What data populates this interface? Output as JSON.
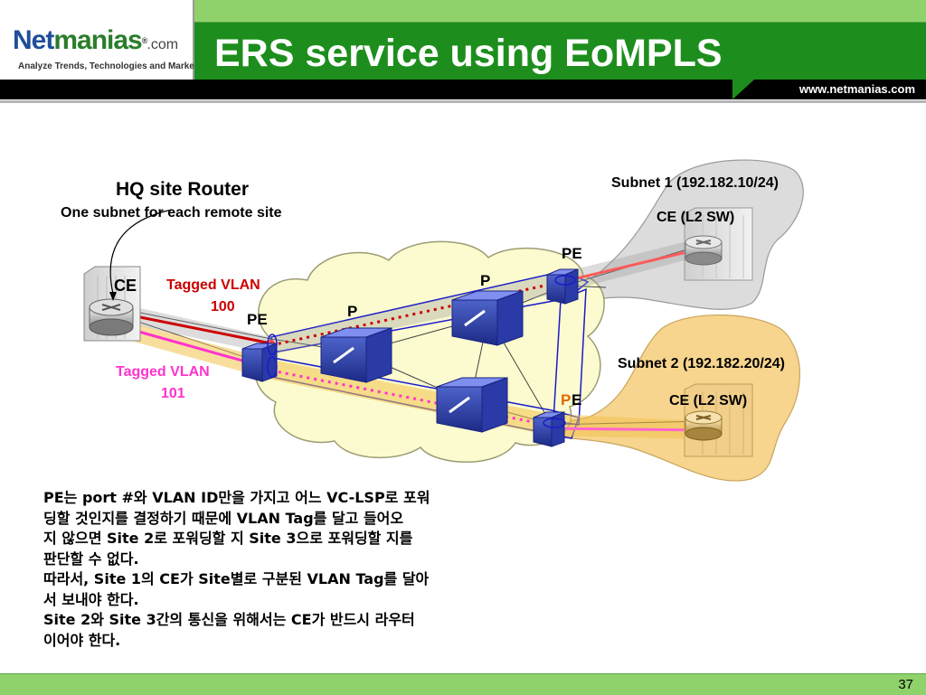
{
  "header": {
    "logo_brand_a": "Net",
    "logo_brand_b": "manias",
    "logo_reg": "®",
    "logo_dotcom": ".com",
    "logo_tagline": "Analyze Trends, Technologies and Market",
    "title": "ERS service using EoMPLS",
    "url": "www.netmanias.com"
  },
  "diagram": {
    "hq_title": "HQ site Router",
    "hq_subtitle": "One subnet for each remote site",
    "ce_label": "CE",
    "vlan100_line1": "Tagged VLAN",
    "vlan100_line2": "100",
    "vlan101_line1": "Tagged VLAN",
    "vlan101_line2": "101",
    "pe_left": "PE",
    "p_left": "P",
    "p_right": "P",
    "pe_top_right": "PE",
    "pe_bottom_p": "P",
    "pe_bottom_e": "E",
    "subnet1": "Subnet 1 (192.182.10/24)",
    "ce_site1": "CE (L2 SW)",
    "subnet2": "Subnet 2 (192.182.20/24)",
    "ce_site2": "CE (L2 SW)",
    "colors": {
      "vlan100": "#cc0000",
      "vlan101": "#ff33cc",
      "lsp_blue": "#1a1acc",
      "cloud_fill": "#fbfbcf",
      "site1_fill": "#dcdcdc",
      "site2_fill": "#f7d58e"
    }
  },
  "body_text": {
    "line1": "PE는 port #와 VLAN ID만을 가지고 어느 VC-LSP로 포워",
    "line2": "딩할 것인지를 결정하기 때문에 VLAN Tag를 달고 들어오",
    "line3": "지 않으면 Site 2로 포워딩할 지 Site 3으로 포워딩할 지를",
    "line4": "판단할 수 없다.",
    "line5": "따라서, Site 1의 CE가 Site별로 구분된 VLAN Tag를 달아",
    "line6": "서 보내야 한다.",
    "line7": "Site 2와 Site 3간의 통신을 위해서는 CE가 반드시 라우터",
    "line8": "이어야 한다."
  },
  "footer": {
    "page_number": "37"
  }
}
